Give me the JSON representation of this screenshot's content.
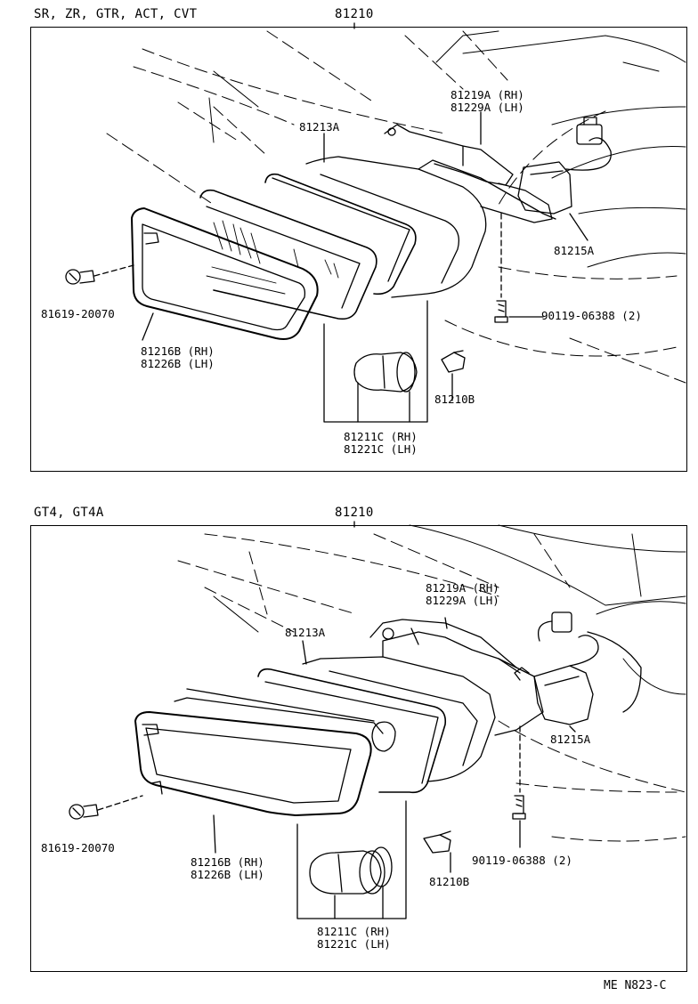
{
  "top": {
    "heading": "SR, ZR, GTR, ACT, CVT",
    "assembly": "81210",
    "labels": {
      "bracket_rh": "81219A (RH)",
      "bracket_lh": "81229A (LH)",
      "gasket": "81213A",
      "socket": "81215A",
      "screw_bolt": "90119-06388 (2)",
      "screw": "81619-20070",
      "lens_rh": "81216B (RH)",
      "lens_lh": "81226B (LH)",
      "small_bulb": "81210B",
      "bulb_rh": "81211C (RH)",
      "bulb_lh": "81221C (LH)"
    }
  },
  "bottom": {
    "heading": "GT4, GT4A",
    "assembly": "81210",
    "labels": {
      "bracket_rh": "81219A (RH)",
      "bracket_lh": "81229A (LH)",
      "gasket": "81213A",
      "socket": "81215A",
      "screw_bolt": "90119-06388 (2)",
      "screw": "81619-20070",
      "lens_rh": "81216B (RH)",
      "lens_lh": "81226B (LH)",
      "small_bulb": "81210B",
      "bulb_rh": "81211C (RH)",
      "bulb_lh": "81221C (LH)"
    }
  },
  "footer": {
    "reference": "ME N823-C"
  }
}
